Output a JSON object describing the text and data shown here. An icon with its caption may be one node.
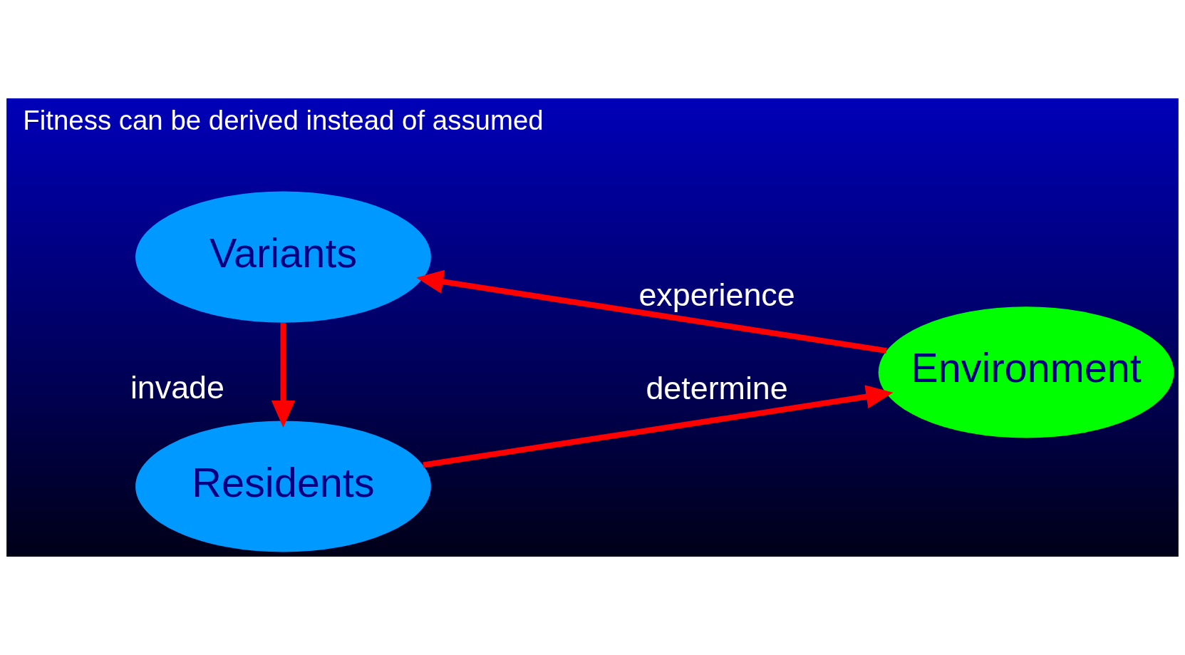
{
  "diagram": {
    "nodes": [
      {
        "text": [
          "Residents"
        ]
      },
      {
        "text": [
          "Variants"
        ]
      },
      {
        "text": [
          "Environment"
        ]
      }
    ],
    "edges": [
      {
        "from": 0,
        "to": 2,
        "arrow": "to",
        "label": "determine"
      },
      {
        "from": 2,
        "to": 1,
        "arrow": "to",
        "label": "experience"
      },
      {
        "from": 1,
        "to": 0,
        "arrow": "to",
        "label": "invade"
      }
    ],
    "labels": [
      "Fitness can be derived instead of assumed"
    ]
  }
}
